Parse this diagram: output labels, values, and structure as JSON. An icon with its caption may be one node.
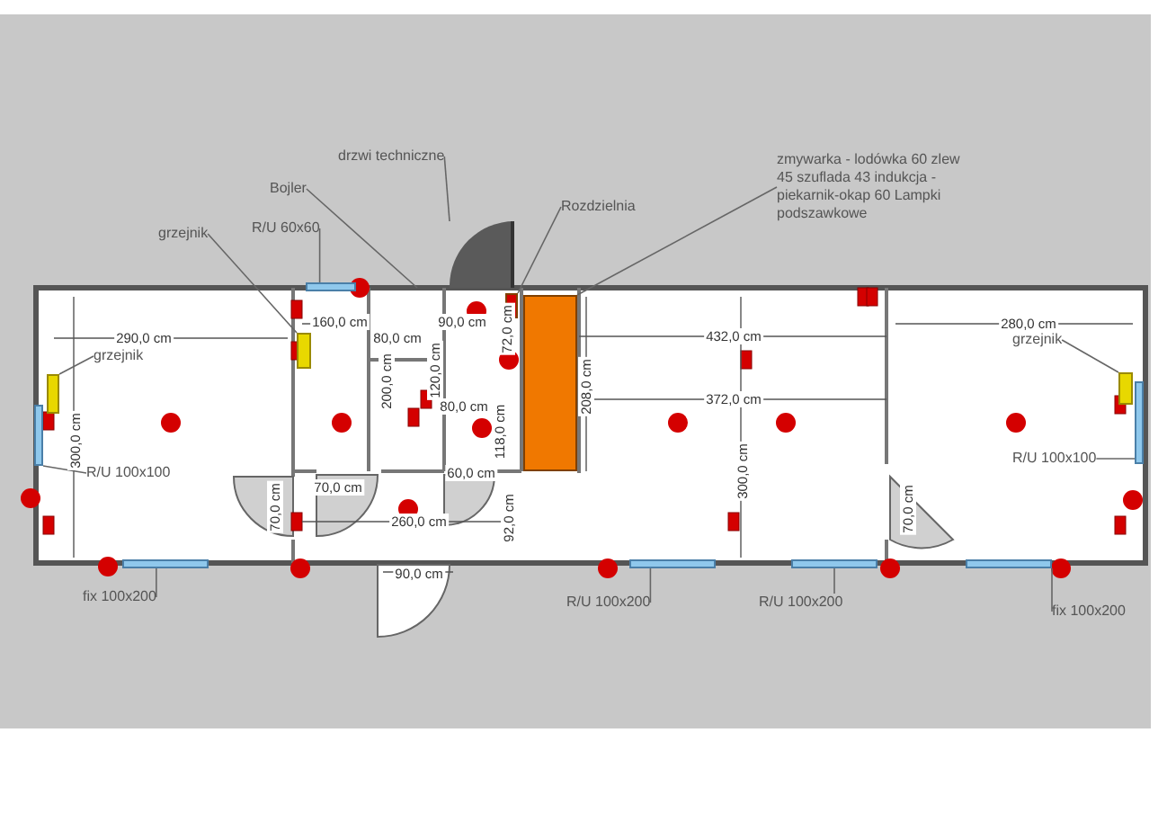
{
  "diagram": {
    "nodes": [
      {
        "text": [
          "drzwi techniczne"
        ]
      },
      {
        "text": [
          "Bojler"
        ]
      },
      {
        "text": [
          "R/U 60x60"
        ]
      },
      {
        "text": [
          "grzejnik"
        ]
      },
      {
        "text": [
          "Rozdzielnia"
        ]
      },
      {
        "text": [
          "zmywarka - lodówka 60 zlew 45 szuflada 43 indukcja -piekarnik-okap 60 Lampki podszawkowe"
        ]
      },
      {
        "text": [
          "grzejnik"
        ]
      },
      {
        "text": [
          "grzejnik"
        ]
      },
      {
        "text": [
          "R/U 100x100"
        ]
      },
      {
        "text": [
          "R/U 100x100"
        ]
      },
      {
        "text": [
          "fix 100x200"
        ]
      },
      {
        "text": [
          "R/U 100x200"
        ]
      },
      {
        "text": [
          "R/U 100x200"
        ]
      },
      {
        "text": [
          "fix 100x200"
        ]
      },
      {
        "text": [],
        "shape": "door"
      },
      {
        "text": [],
        "shape": "bar"
      },
      {
        "text": [],
        "shape": "bar"
      },
      {
        "text": [],
        "shape": "box"
      },
      {
        "text": [],
        "shape": "box"
      },
      {
        "text": [],
        "shape": "bar"
      },
      {
        "text": [],
        "shape": "bar"
      },
      {
        "text": [],
        "shape": "bar"
      },
      {
        "text": [],
        "shape": "bar"
      },
      {
        "text": [],
        "shape": "bar"
      },
      {
        "text": [],
        "shape": "bar"
      },
      {
        "text": [],
        "shape": "bar"
      },
      {
        "text": [],
        "shape": "bar"
      }
    ],
    "edges": [
      {
        "from": 0,
        "to": 14,
        "arrow": "none"
      },
      {
        "from": 1,
        "to": null,
        "arrow": "none"
      },
      {
        "from": 2,
        "to": 15,
        "arrow": "none"
      },
      {
        "from": 3,
        "to": 16,
        "arrow": "none"
      },
      {
        "from": 4,
        "to": 17,
        "arrow": "none"
      },
      {
        "from": 5,
        "to": 18,
        "arrow": "none"
      },
      {
        "from": 6,
        "to": 19,
        "arrow": "none"
      },
      {
        "from": 7,
        "to": 20,
        "arrow": "none"
      },
      {
        "from": 8,
        "to": 21,
        "arrow": "none"
      },
      {
        "from": 9,
        "to": 22,
        "arrow": "none"
      },
      {
        "from": 10,
        "to": 23,
        "arrow": "none"
      },
      {
        "from": 11,
        "to": 24,
        "arrow": "none"
      },
      {
        "from": 12,
        "to": 25,
        "arrow": "none"
      },
      {
        "from": 13,
        "to": 26,
        "arrow": "none"
      }
    ],
    "labels": [
      "290,0 cm",
      "160,0 cm",
      "80,0 cm",
      "90,0 cm",
      "72,0 cm",
      "120,0 cm",
      "200,0 cm",
      "300,0 cm",
      "80,0 cm",
      "118,0 cm",
      "208,0 cm",
      "432,0 cm",
      "372,0 cm",
      "300,0 cm",
      "280,0 cm",
      "70,0 cm",
      "70,0 cm",
      "60,0 cm",
      "260,0 cm",
      "92,0 cm",
      "90,0 cm",
      "70,0 cm"
    ]
  }
}
